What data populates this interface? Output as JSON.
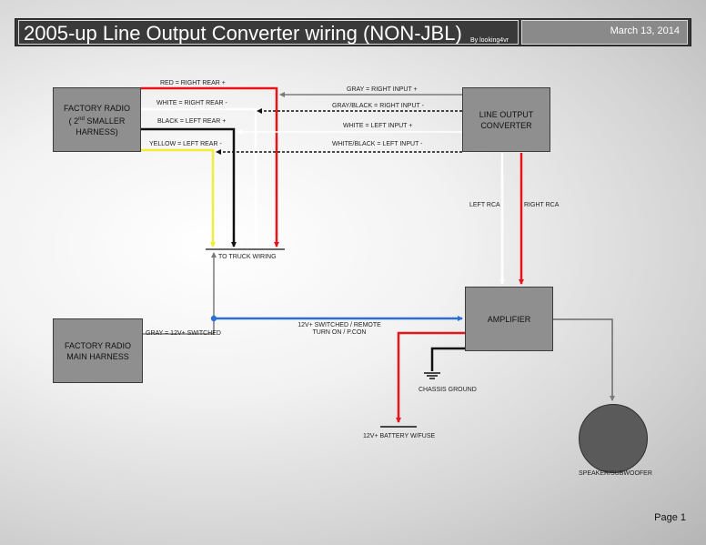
{
  "header": {
    "title": "2005-up Line Output Converter wiring (NON-JBL)",
    "byline": "By looking4vr",
    "date": "March 13, 2014"
  },
  "boxes": {
    "factory_radio_2nd": {
      "line1": "FACTORY RADIO",
      "line2_pre": "( 2",
      "line2_sup": "nd",
      "line2_post": " SMALLER",
      "line3": "HARNESS)"
    },
    "line_output_converter": {
      "line1": "LINE OUTPUT",
      "line2": "CONVERTER"
    },
    "factory_radio_main": {
      "line1": "FACTORY RADIO",
      "line2": "MAIN HARNESS"
    },
    "amplifier": {
      "label": "AMPLIFIER"
    },
    "speaker": {
      "label": "SPEAKER/SUBWOOFER"
    }
  },
  "wire_labels": {
    "red": "RED = RIGHT REAR +",
    "white": "WHITE = RIGHT REAR -",
    "black": "BLACK = LEFT REAR +",
    "yellow": "YELLOW = LEFT REAR -",
    "gray_right_input_pos": "GRAY = RIGHT INPUT +",
    "gray_black_right_input_neg": "GRAY/BLACK = RIGHT INPUT -",
    "white_left_input_pos": "WHITE = LEFT INPUT +",
    "white_black_left_input_neg": "WHITE/BLACK = LEFT INPUT -",
    "to_truck_wiring": "TO TRUCK WIRING",
    "left_rca": "LEFT RCA",
    "right_rca": "RIGHT RCA",
    "gray_12v_switched": "GRAY = 12V+ SWITCHED",
    "remote_line1": "12V+ SWITCHED / REMOTE",
    "remote_line2": "TURN ON / P.CON",
    "chassis_ground": "CHASSIS GROUND",
    "battery": "12V+ BATTERY W/FUSE"
  },
  "colors": {
    "red": "#e8141a",
    "white": "#ffffff",
    "black": "#111111",
    "yellow": "#f2ec3a",
    "gray": "#7a7a7a",
    "blue": "#2a6fd6"
  },
  "footer": {
    "page": "Page 1"
  }
}
